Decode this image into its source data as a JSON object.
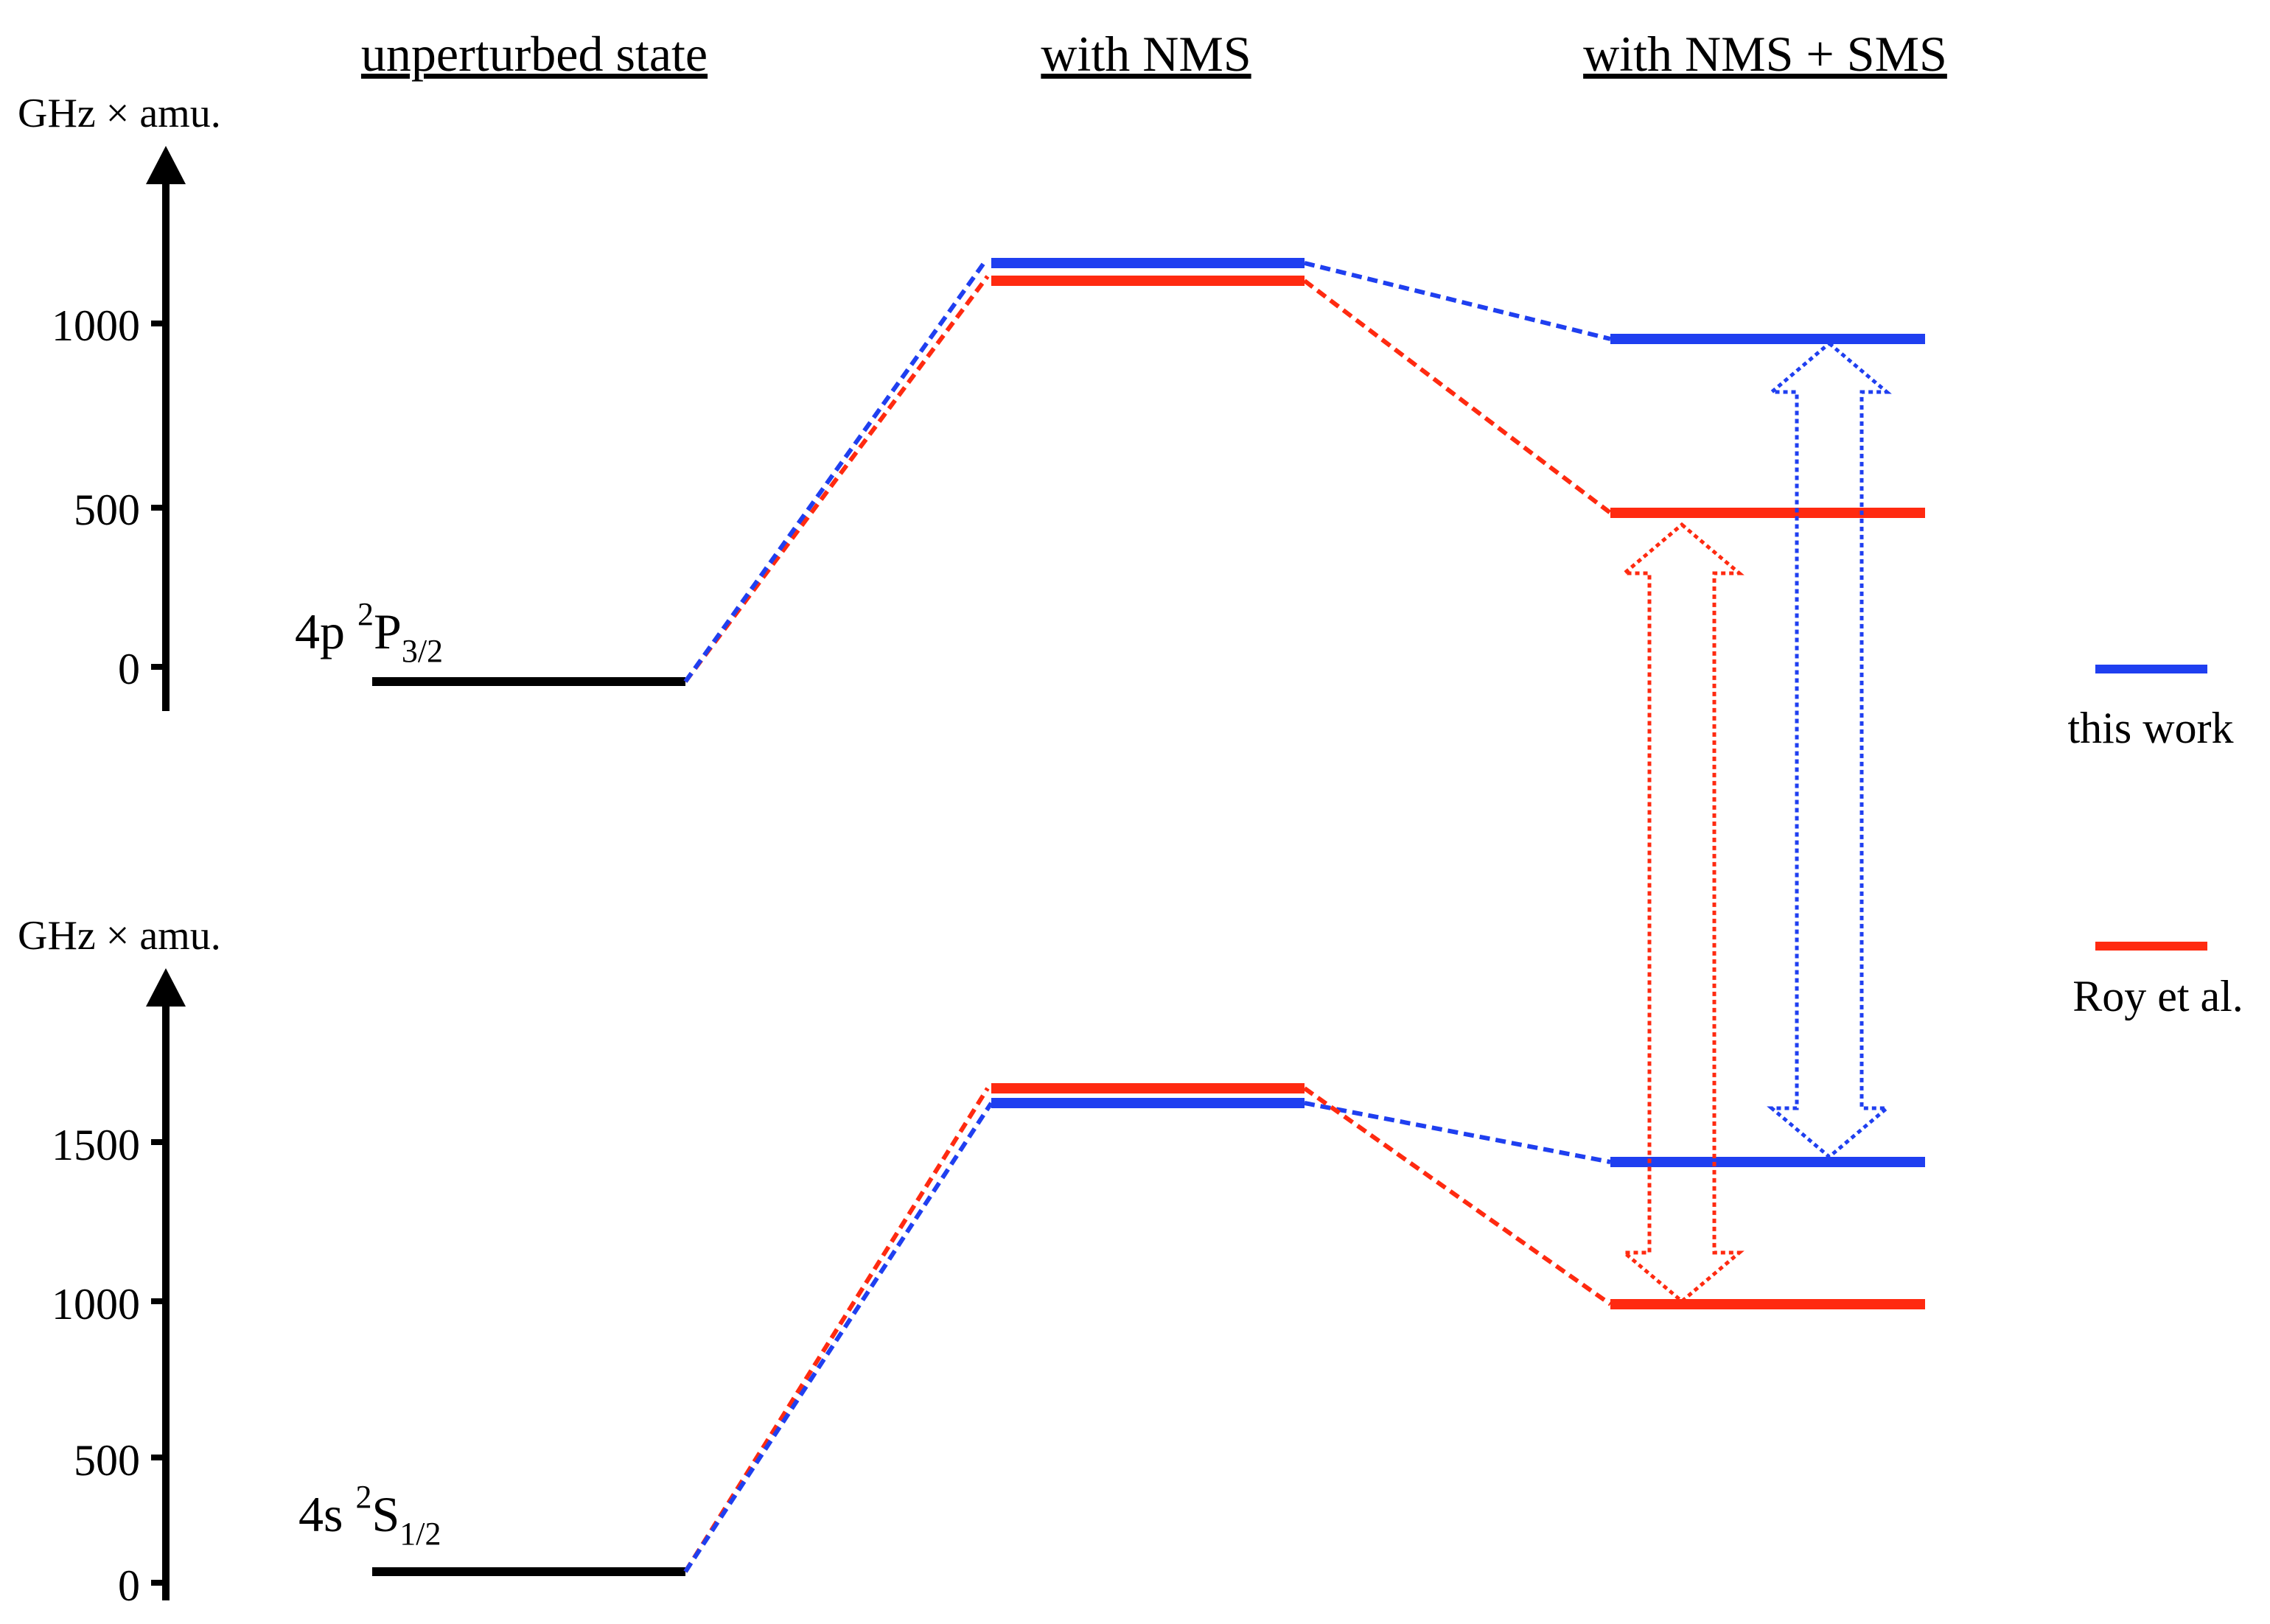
{
  "headers": {
    "unperturbed": "unperturbed state",
    "nms": "with NMS",
    "nms_sms": "with NMS + SMS"
  },
  "axes": {
    "unit_label": "GHz × amu.",
    "upper_ticks": [
      "0",
      "500",
      "1000"
    ],
    "lower_ticks": [
      "0",
      "500",
      "1000",
      "1500"
    ]
  },
  "states": {
    "upper": {
      "base": "4p ",
      "sup": "2",
      "letter": "P",
      "sub": "3/2"
    },
    "lower": {
      "base": "4s ",
      "sup": "2",
      "letter": "S",
      "sub": "1/2"
    }
  },
  "legend": {
    "this_work": "this work",
    "roy": "Roy et al."
  },
  "colors": {
    "this_work": "#1f3ff0",
    "roy": "#ff2a10",
    "axis": "#000000"
  },
  "chart_data": {
    "type": "energy-level diagram",
    "units": "GHz × amu.",
    "levels": {
      "4p_2P3/2": {
        "unperturbed": 0,
        "this_work": {
          "with_NMS": 1160,
          "with_NMS_SMS": 955
        },
        "Roy_et_al": {
          "with_NMS": 1115,
          "with_NMS_SMS": 480
        }
      },
      "4s_2S1/2": {
        "unperturbed": 0,
        "this_work": {
          "with_NMS": 1625,
          "with_NMS_SMS": 1440
        },
        "Roy_et_al": {
          "with_NMS": 1665,
          "with_NMS_SMS": 995
        }
      }
    }
  }
}
